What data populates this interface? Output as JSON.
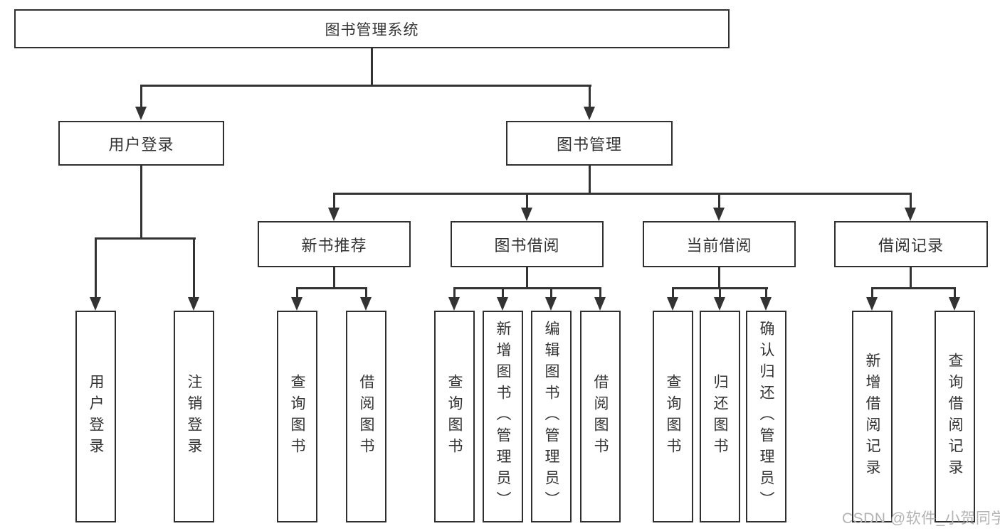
{
  "diagram": {
    "type": "tree",
    "orientation": "top-down",
    "colors": {
      "line": "#333333",
      "box_border": "#2f2f2f",
      "box_fill": "#ffffff",
      "text": "#333333",
      "watermark": "#b3b3b3",
      "background": "#ffffff"
    },
    "watermark": "CSDN @软件_小贺同学",
    "tree": {
      "label": "图书管理系统",
      "children": [
        {
          "label": "用户登录",
          "children": [
            {
              "label": "用户登录"
            },
            {
              "label": "注销登录"
            }
          ]
        },
        {
          "label": "图书管理",
          "children": [
            {
              "label": "新书推荐",
              "children": [
                {
                  "label": "查询图书"
                },
                {
                  "label": "借阅图书"
                }
              ]
            },
            {
              "label": "图书借阅",
              "children": [
                {
                  "label": "查询图书"
                },
                {
                  "label": "新增图书（管理员）"
                },
                {
                  "label": "编辑图书（管理员）"
                },
                {
                  "label": "借阅图书"
                }
              ]
            },
            {
              "label": "当前借阅",
              "children": [
                {
                  "label": "查询图书"
                },
                {
                  "label": "归还图书"
                },
                {
                  "label": "确认归还（管理员）"
                }
              ]
            },
            {
              "label": "借阅记录",
              "children": [
                {
                  "label": "新增借阅记录"
                },
                {
                  "label": "查询借阅记录"
                }
              ]
            }
          ]
        }
      ]
    }
  }
}
